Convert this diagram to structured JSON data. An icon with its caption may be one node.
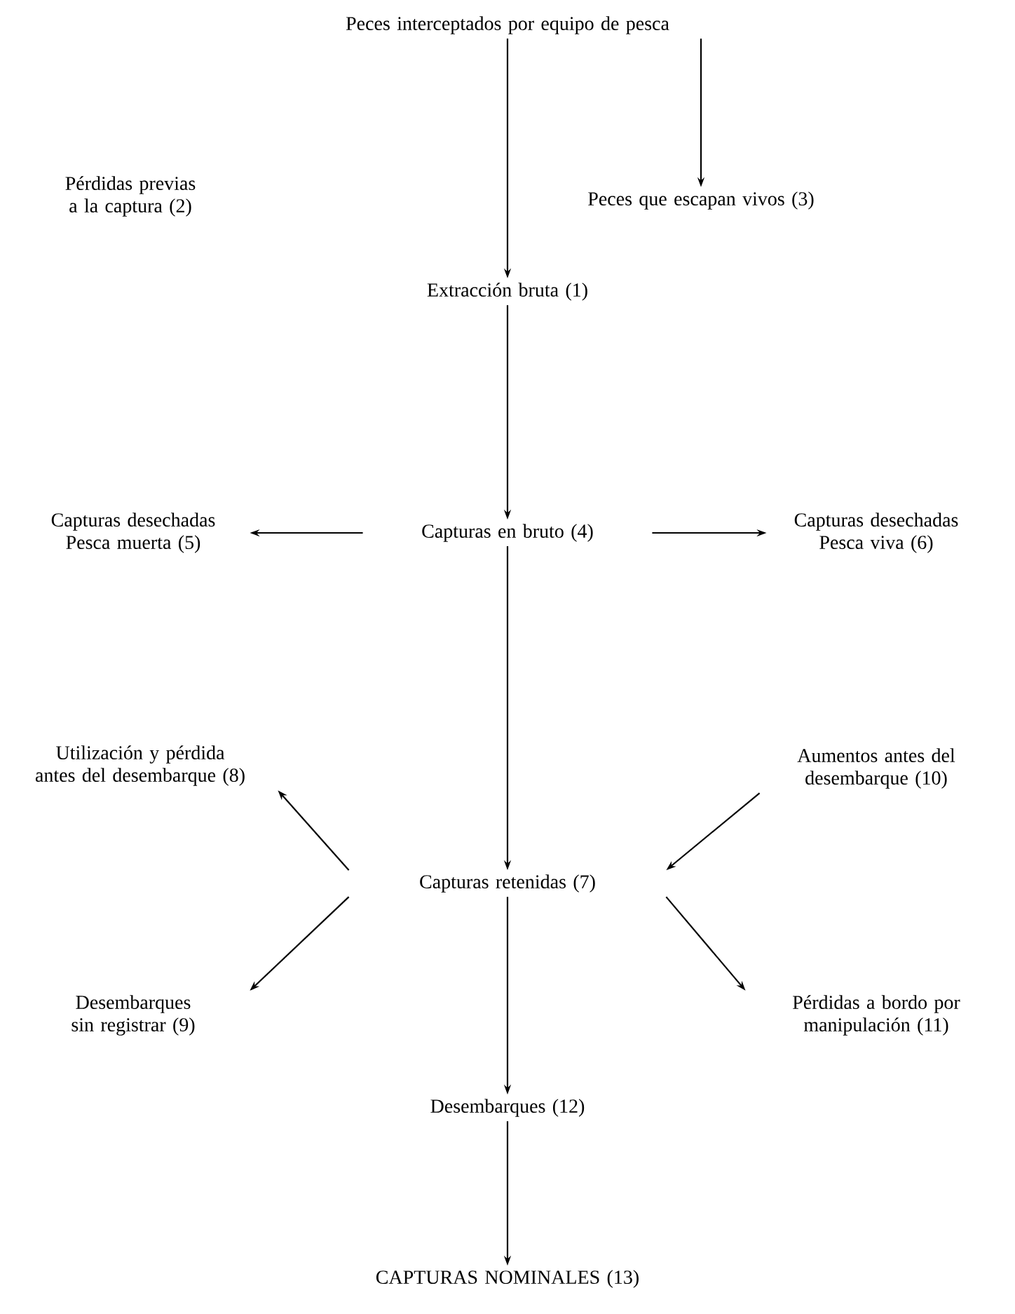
{
  "diagram": {
    "nodes": [
      {
        "text": [
          "Peces interceptados por equipo de pesca"
        ]
      },
      {
        "text": [
          "Peces que escapan vivos (3)"
        ]
      },
      {
        "text": [
          "Pérdidas previas a la captura (2)"
        ]
      },
      {
        "text": [
          "Extracción bruta (1)"
        ]
      },
      {
        "text": [
          "Capturas desechadas Pesca muerta (5)"
        ]
      },
      {
        "text": [
          "Capturas en bruto (4)"
        ]
      },
      {
        "text": [
          "Capturas desechadas Pesca viva (6)"
        ]
      },
      {
        "text": [
          "Utilización y pérdida antes del desembarque (8)"
        ]
      },
      {
        "text": [
          "Aumentos antes del desembarque (10)"
        ]
      },
      {
        "text": [
          "Capturas retenidas (7)"
        ]
      },
      {
        "text": [
          "Desembarques sin registrar (9)"
        ]
      },
      {
        "text": [
          "Pérdidas a bordo por manipulación (11)"
        ]
      },
      {
        "text": [
          "Desembarques (12)"
        ]
      },
      {
        "text": [
          "CAPTURAS NOMINALES (13)"
        ]
      }
    ],
    "edges": [
      {
        "from": 0,
        "to": 3,
        "arrow": "to"
      },
      {
        "from": 0,
        "to": 1,
        "arrow": "to"
      },
      {
        "from": 3,
        "to": 5,
        "arrow": "to"
      },
      {
        "from": 5,
        "to": 4,
        "arrow": "to"
      },
      {
        "from": 5,
        "to": 6,
        "arrow": "to"
      },
      {
        "from": 5,
        "to": 9,
        "arrow": "to"
      },
      {
        "from": 9,
        "to": 7,
        "arrow": "to"
      },
      {
        "from": 8,
        "to": 9,
        "arrow": "to"
      },
      {
        "from": 9,
        "to": 10,
        "arrow": "to"
      },
      {
        "from": 9,
        "to": 11,
        "arrow": "to"
      },
      {
        "from": 9,
        "to": 12,
        "arrow": "to"
      },
      {
        "from": 12,
        "to": 13,
        "arrow": "to"
      }
    ]
  }
}
